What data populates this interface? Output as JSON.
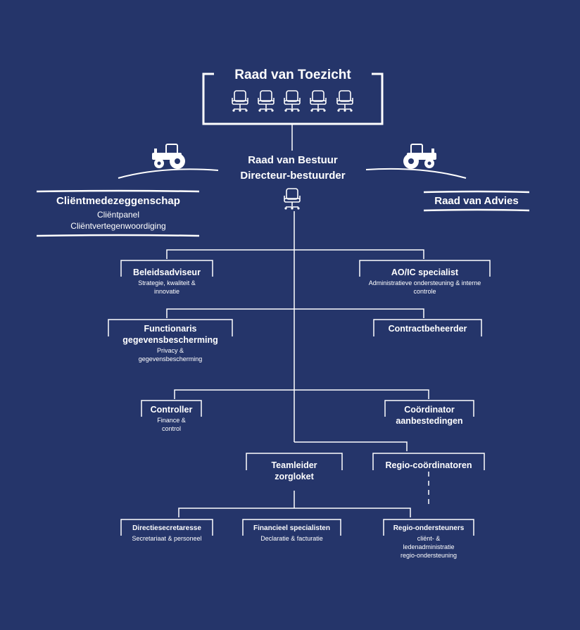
{
  "colors": {
    "background": "#25356a",
    "foreground": "#ffffff"
  },
  "icons": {
    "chair": "office-chair-icon",
    "tractor": "tractor-icon"
  },
  "board": {
    "title": "Raad van Toezicht",
    "chairs": 5
  },
  "executive": {
    "line1": "Raad van Bestuur",
    "line2": "Directeur-bestuurder"
  },
  "client_council": {
    "title": "Cliëntmedezeggenschap",
    "sub1": "Cliëntpanel",
    "sub2": "Cliëntvertegenwoordiging"
  },
  "advisory": {
    "title": "Raad van Advies"
  },
  "policy": {
    "title": "Beleidsadviseur",
    "sub1": "Strategie, kwaliteit &",
    "sub2": "innovatie"
  },
  "aoic": {
    "title": "AO/IC specialist",
    "sub1": "Administratieve ondersteuning & interne",
    "sub2": "controle"
  },
  "dpo": {
    "title1": "Functionaris",
    "title2": "gegevensbescherming",
    "sub1": "Privacy &",
    "sub2": "gegevensbescherming"
  },
  "contract": {
    "title": "Contractbeheerder"
  },
  "controller": {
    "title": "Controller",
    "sub1": "Finance &",
    "sub2": "control"
  },
  "procurement": {
    "title1": "Coördinator",
    "title2": "aanbestedingen"
  },
  "teamlead": {
    "title1": "Teamleider",
    "title2": "zorgloket"
  },
  "regio_coord": {
    "title": "Regio-coördinatoren"
  },
  "secretary": {
    "title": "Directiesecretaresse",
    "sub1": "Secretariaat & personeel"
  },
  "finspec": {
    "title": "Financieel specialisten",
    "sub1": "Declaratie & facturatie"
  },
  "regio_support": {
    "title": "Regio-ondersteuners",
    "sub1": "cliënt- &",
    "sub2": "ledenadministratie",
    "sub3": "regio-ondersteuning"
  }
}
